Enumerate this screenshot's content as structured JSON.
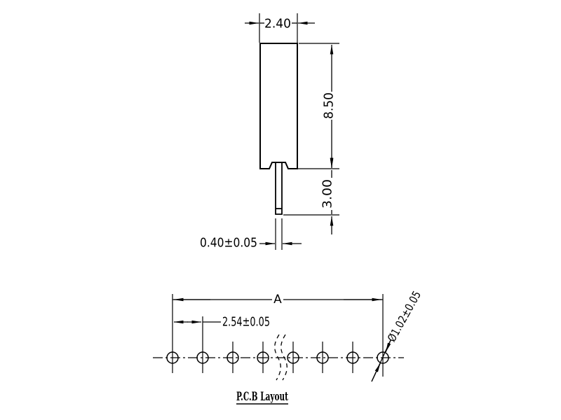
{
  "drawing_title": "P.C.B Layout",
  "colors": {
    "line": "#000000",
    "background": "#ffffff"
  },
  "front_view": {
    "body_width_dim": "2.40",
    "body_height_dim": "8.50",
    "pin_length_dim": "3.00",
    "pin_width_dim": "0.40±0.05"
  },
  "pcb_layout": {
    "overall_length_dim": "A",
    "pitch_dim": "2.54±0.05",
    "hole_diameter_dim": "Ø1.02±0.05",
    "hole_count": 8
  }
}
